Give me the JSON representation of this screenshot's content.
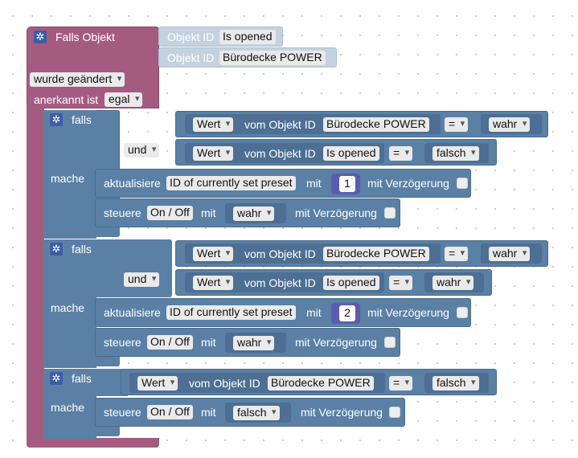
{
  "trigger": {
    "title": "Falls Objekt",
    "object_id_label": "Objekt ID",
    "objects": [
      "Is opened",
      "Bürodecke POWER"
    ],
    "change_mode": "wurde geändert",
    "ack_label": "anerkannt ist",
    "ack_value": "egal"
  },
  "labels": {
    "falls": "falls",
    "mache": "mache",
    "und": "und",
    "wert": "Wert",
    "vom_objekt_id": "vom Objekt ID",
    "aktualisiere": "aktualisiere",
    "steuere": "steuere",
    "mit": "mit",
    "mit_verzoegerung": "mit Verzögerung",
    "eq": "=",
    "preset": "ID of currently set preset",
    "onoff": "On / Off"
  },
  "if_blocks": [
    {
      "cond1": {
        "object": "Bürodecke POWER",
        "op": "=",
        "value": "wahr"
      },
      "cond2": {
        "object": "Is opened",
        "op": "=",
        "value": "falsch"
      },
      "update_value": "1",
      "control_value": "wahr"
    },
    {
      "cond1": {
        "object": "Bürodecke POWER",
        "op": "=",
        "value": "wahr"
      },
      "cond2": {
        "object": "Is opened",
        "op": "=",
        "value": "wahr"
      },
      "update_value": "2",
      "control_value": "wahr"
    },
    {
      "cond1": {
        "object": "Bürodecke POWER",
        "op": "=",
        "value": "falsch"
      },
      "control_value": "falsch"
    }
  ],
  "colors": {
    "trigger": "#a55b80",
    "logic": "#5b80a5",
    "object_label": "#c4d2e0",
    "number": "#5b5bb0",
    "gear": "#3b5ea8"
  }
}
